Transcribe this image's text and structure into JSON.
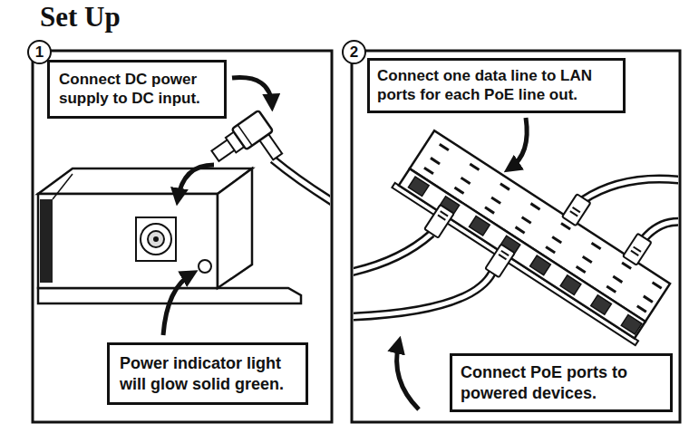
{
  "diagram": {
    "title": "Set Up",
    "nodes": [
      {
        "text": [
          "1"
        ]
      },
      {
        "text": [
          "Connect DC power supply to DC input."
        ]
      },
      {
        "text": [
          "Power indicator light will glow solid green."
        ]
      },
      {
        "text": [
          "2"
        ]
      },
      {
        "text": [
          "Connect one data line to LAN ports for each PoE line out."
        ]
      },
      {
        "text": [
          "Connect PoE ports to powered devices."
        ]
      }
    ]
  }
}
